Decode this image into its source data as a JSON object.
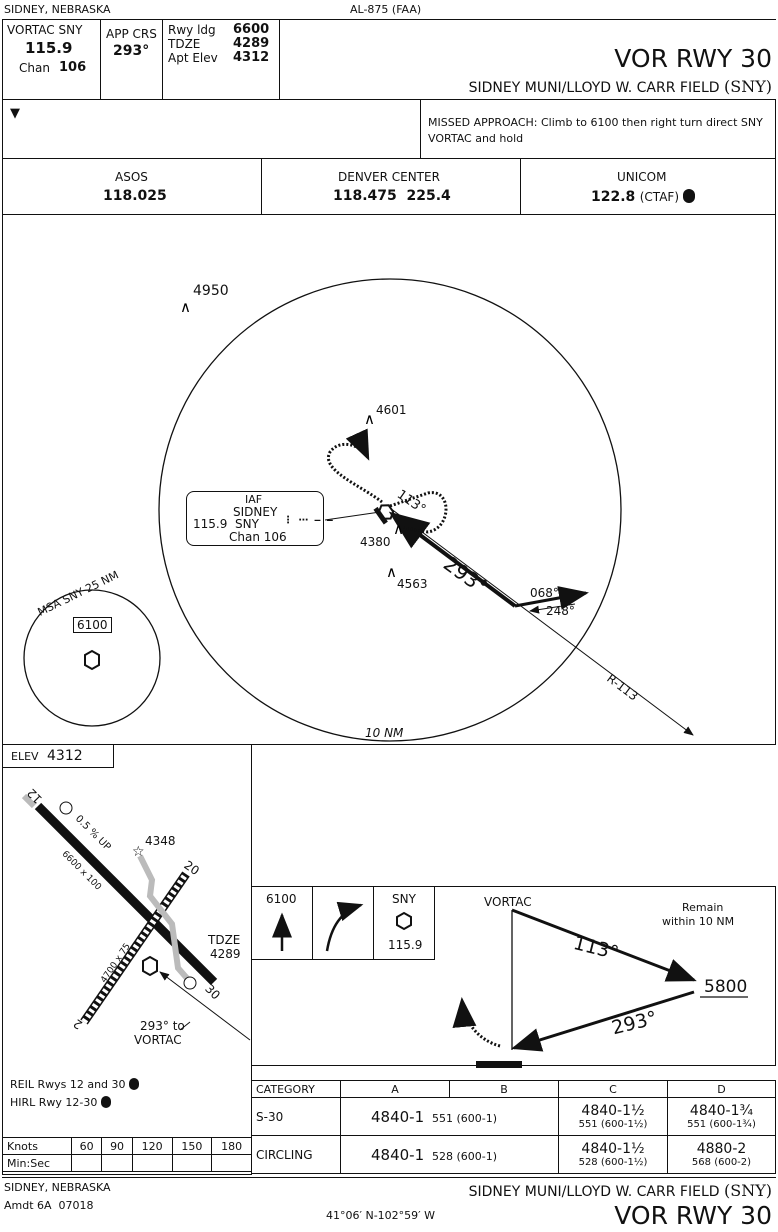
{
  "header": {
    "city_state": "SIDNEY, NEBRASKA",
    "chart_id": "AL-875 (FAA)",
    "vortac_label": "VORTAC SNY",
    "vortac_freq": "115.9",
    "chan_label": "Chan",
    "chan_value": "106",
    "app_crs_label": "APP CRS",
    "app_crs_value": "293°",
    "rwy_ldg_label": "Rwy ldg",
    "rwy_ldg_value": "6600",
    "tdze_label": "TDZE",
    "tdze_value": "4289",
    "apt_elev_label": "Apt Elev",
    "apt_elev_value": "4312",
    "title": "VOR RWY 30",
    "airport": "SIDNEY MUNI/LLOYD W. CARR FIELD",
    "airport_id": "(SNY)",
    "alt_min_symbol": "▼",
    "missed_approach": "MISSED APPROACH: Climb to 6100 then right turn direct SNY VORTAC and hold"
  },
  "comms": [
    {
      "name": "ASOS",
      "freq": "118.025",
      "extra": ""
    },
    {
      "name": "DENVER CENTER",
      "freq": "118.475  225.4",
      "extra": ""
    },
    {
      "name": "UNICOM",
      "freq": "122.8",
      "extra": "(CTAF)"
    }
  ],
  "plan": {
    "obst_4950": "4950",
    "obst_4601": "4601",
    "obst_4380": "4380",
    "obst_4563": "4563",
    "hold_crs": "113°",
    "final_crs": "293°",
    "crs_068": "068°",
    "crs_248": "248°",
    "radial": "R-113",
    "ring": "10 NM",
    "iaf_box": {
      "l1": "IAF",
      "l2": "SIDNEY",
      "l3": "115.9  SNY",
      "l4": "Chan 106"
    },
    "msa_label": "MSA SNY 25 NM",
    "msa_alt": "6100"
  },
  "airport_diag": {
    "elev_label": "ELEV",
    "elev_value": "4312",
    "rwy12": "12",
    "rwy30": "30",
    "rwy2": "2",
    "rwy20": "20",
    "rwy12_dims": "6600 x 100",
    "rwy2_dims": "4700 x 75",
    "grad": "0.5 % UP",
    "obst_4348": "4348",
    "tdze_label": "TDZE",
    "tdze_value": "4289",
    "crs_note": "293° to",
    "crs_note2": "VORTAC",
    "reil": "REIL Rwys 12 and 30",
    "hirl": "HIRL Rwy 12-30"
  },
  "timing": {
    "row1_label": "Knots",
    "row2_label": "Min:Sec",
    "speeds": [
      "60",
      "90",
      "120",
      "150",
      "180"
    ]
  },
  "profile": {
    "ma_alt": "6100",
    "fix": "SNY",
    "fix_freq": "115.9",
    "vortac": "VORTAC",
    "remain": "Remain",
    "remain2": "within 10 NM",
    "out_crs": "113°",
    "in_crs": "293°",
    "alt": "5800"
  },
  "minimums": {
    "headers": [
      "CATEGORY",
      "A",
      "B",
      "C",
      "D"
    ],
    "s30_label": "S-30",
    "s30_ab": "4840-1",
    "s30_ab_sub": "551 (600-1)",
    "s30_c": "4840-1½",
    "s30_c_sub": "551 (600-1½)",
    "s30_d": "4840-1¾",
    "s30_d_sub": "551 (600-1¾)",
    "circ_label": "CIRCLING",
    "circ_ab": "4840-1",
    "circ_ab_sub": "528 (600-1)",
    "circ_c": "4840-1½",
    "circ_c_sub": "528 (600-1½)",
    "circ_d": "4880-2",
    "circ_d_sub": "568 (600-2)"
  },
  "footer": {
    "city_state": "SIDNEY, NEBRASKA",
    "amdt": "Amdt 6A  07018",
    "coords": "41°06′ N-102°59′ W",
    "airport": "SIDNEY MUNI/LLOYD W. CARR FIELD",
    "airport_id": "(SNY)",
    "title": "VOR RWY 30"
  }
}
